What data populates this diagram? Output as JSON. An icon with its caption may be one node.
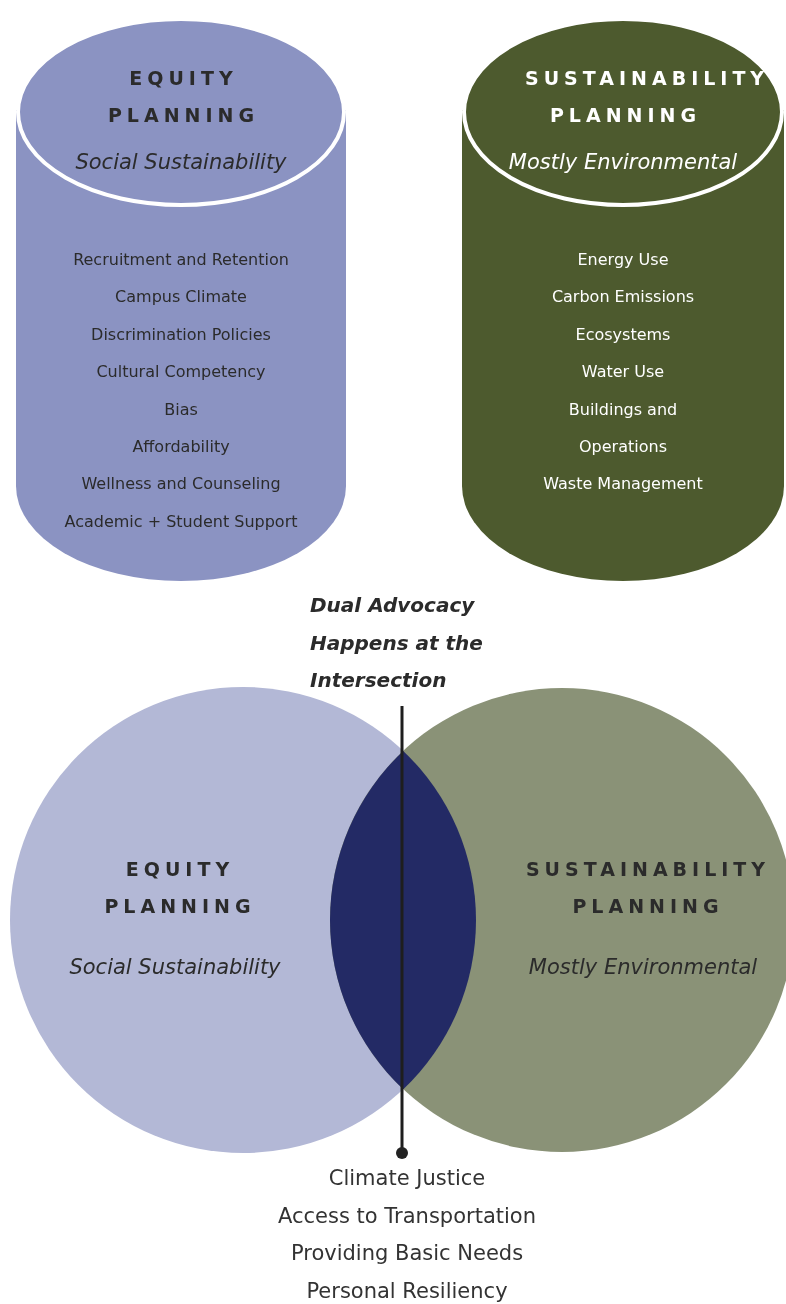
{
  "diagram": {
    "nodes": [
      {
        "text": [
          "EQUITY PLANNING",
          "Social Sustainability",
          "Recruitment and Retention",
          "Campus Climate",
          "Discrimination Policies",
          "Cultural Competency",
          "Bias",
          "Affordability",
          "Wellness and Counseling",
          "Academic + Student Support"
        ]
      },
      {
        "text": [
          "SUSTAINABILITY PLANNING",
          "Mostly Environmental",
          "Energy Use",
          "Carbon Emissions",
          "Ecosystems",
          "Water Use",
          "Buildings and",
          "Operations",
          "Waste Management"
        ]
      },
      {
        "text": [
          "EQUITY PLANNING",
          "Social Sustainability"
        ]
      },
      {
        "text": [
          "SUSTAINABILITY PLANNING",
          "Mostly Environmental"
        ]
      },
      {
        "text": [
          "Dual Advocacy Happens at the Intersection"
        ]
      },
      {
        "text": [
          "Climate Justice",
          "Access to Transportation",
          "Providing Basic Needs",
          "Personal Resiliency"
        ]
      },
      {
        "text": [],
        "shape": "lens"
      }
    ],
    "edges": [
      {
        "from": 4,
        "to": 5,
        "arrow": "other"
      }
    ]
  }
}
